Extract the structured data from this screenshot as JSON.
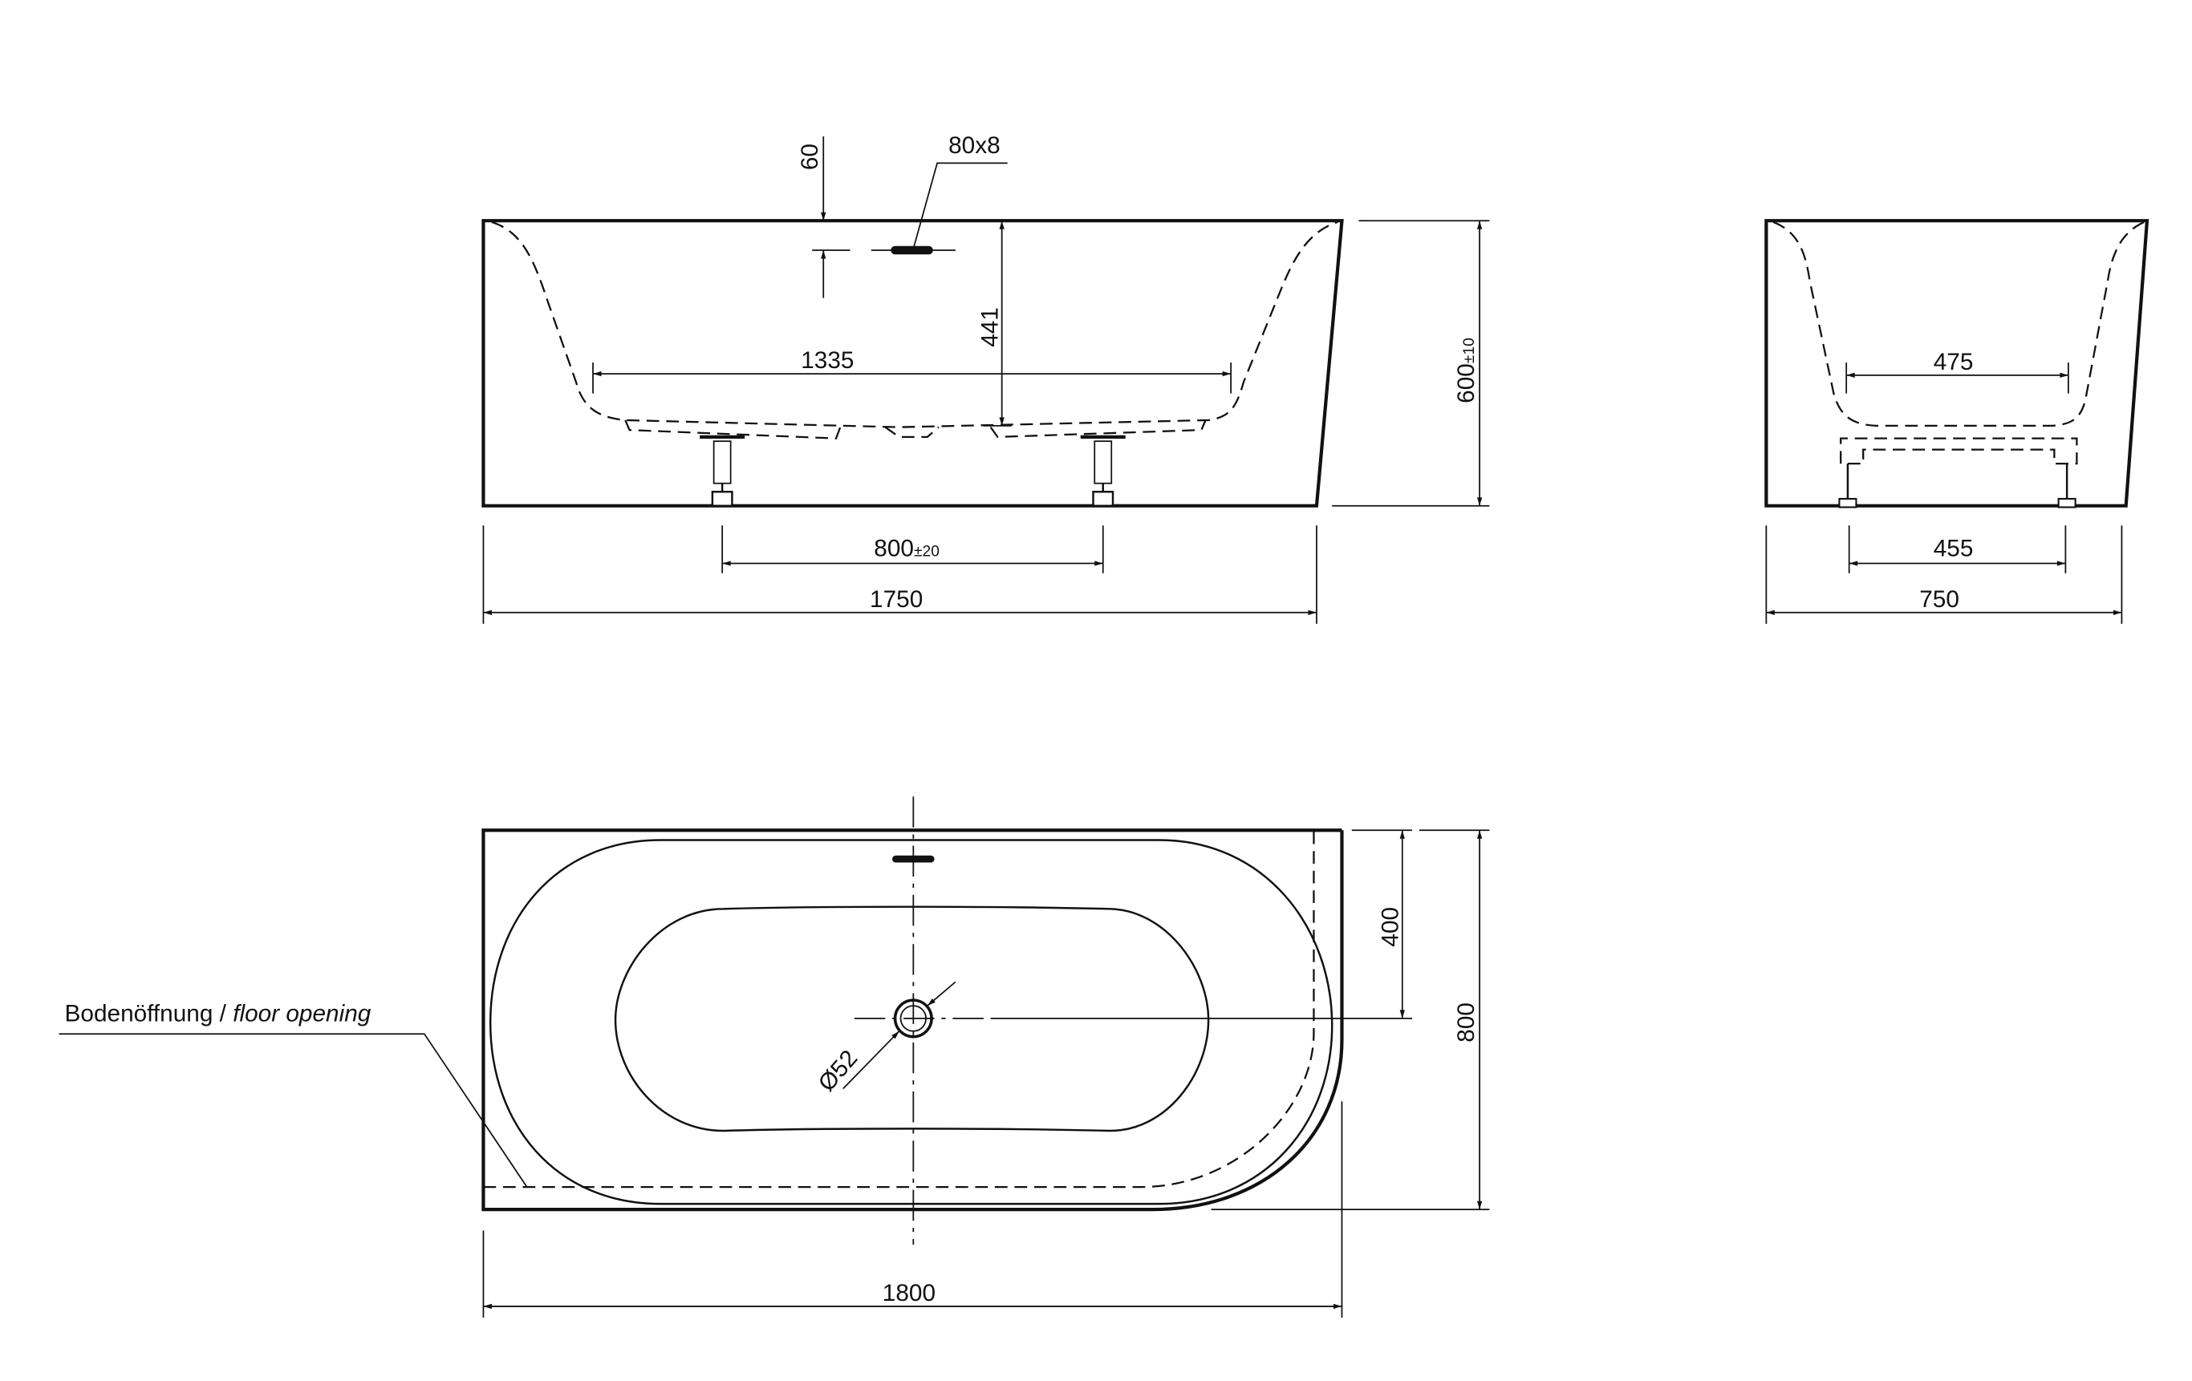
{
  "front_view": {
    "dim_overflow_height": "60",
    "dim_overflow_size": "80x8",
    "dim_inner_length": "1335",
    "dim_overflow_to_bottom": "441",
    "dim_height": "600",
    "dim_height_tol": "±10",
    "dim_feet_spacing": "800",
    "dim_feet_tol": "±20",
    "dim_length": "1750"
  },
  "side_view": {
    "dim_inner_width": "475",
    "dim_feet_spacing": "455",
    "dim_width": "750"
  },
  "plan_view": {
    "dim_drain_offset": "400",
    "dim_width": "800",
    "dim_drain_diameter": "Ø52",
    "dim_length": "1800",
    "label_de": "Bodenöffnung / ",
    "label_en": "floor opening"
  }
}
